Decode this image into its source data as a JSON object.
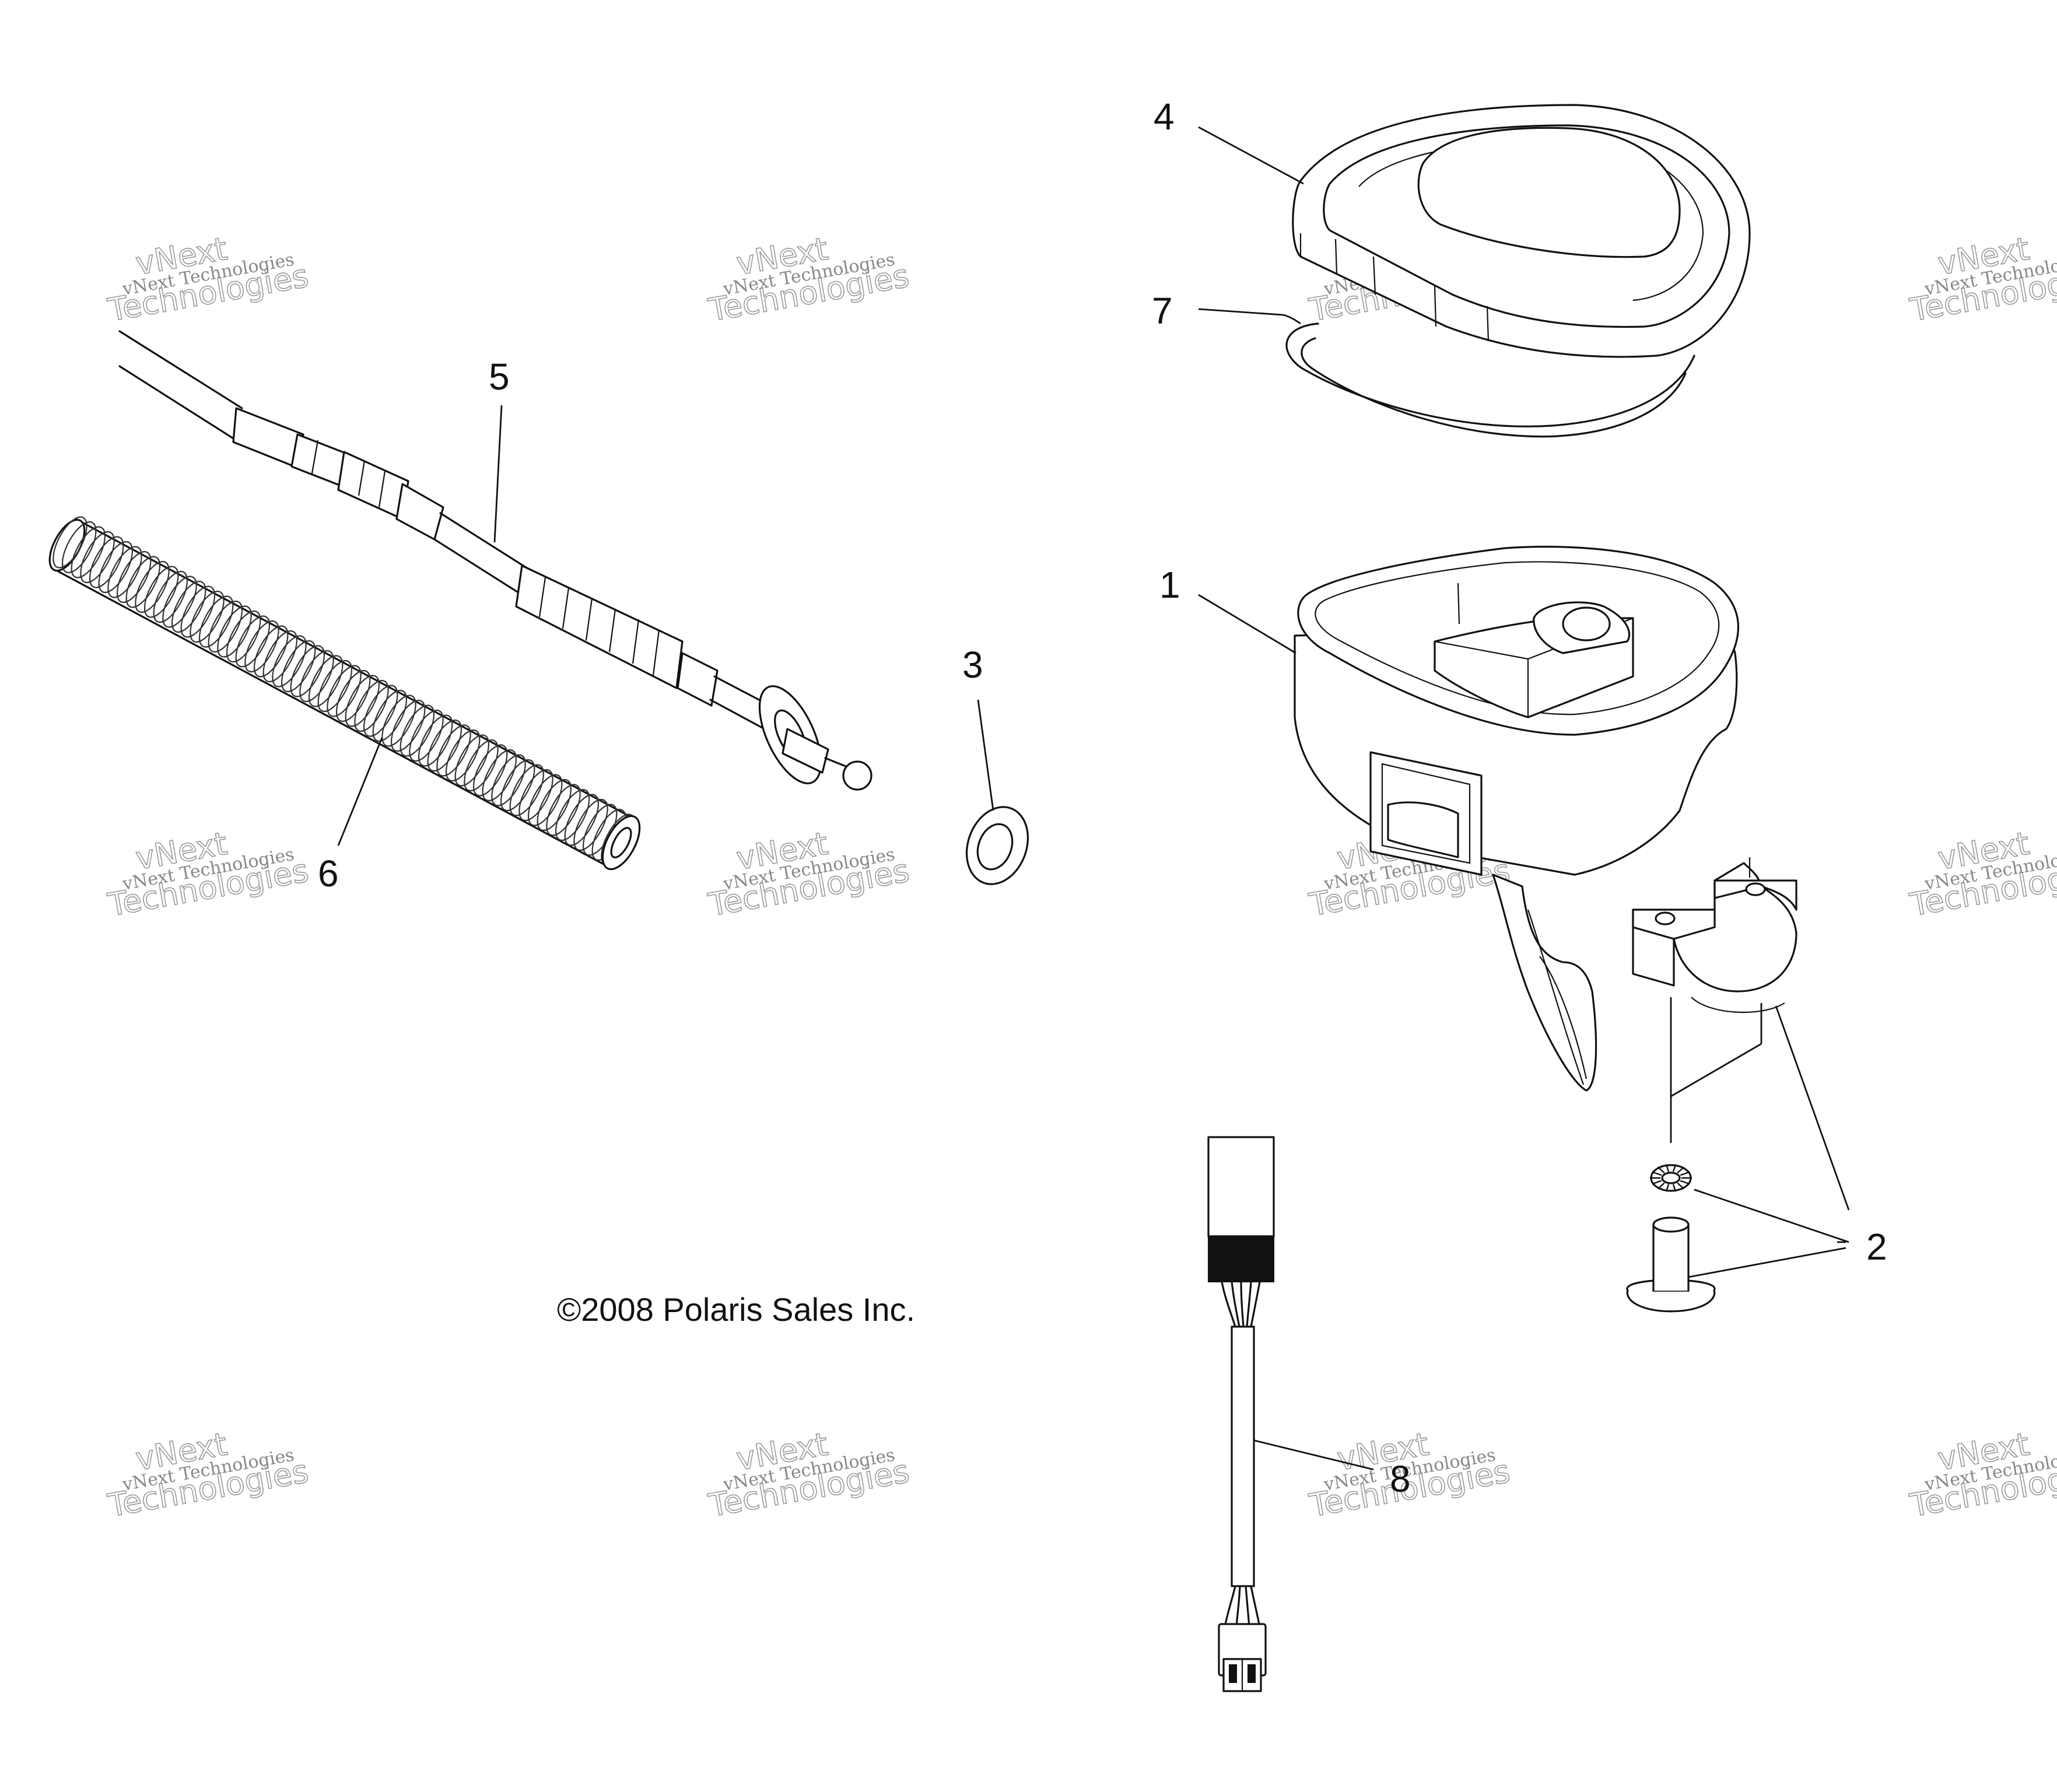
{
  "diagram": {
    "callouts": {
      "c1": "1",
      "c2": "2",
      "c3": "3",
      "c4": "4",
      "c5": "5",
      "c6": "6",
      "c7": "7",
      "c8": "8"
    },
    "copyright": "©2008 Polaris Sales Inc.",
    "watermark": {
      "line1": "vNext Technologies",
      "line2": "vNext",
      "line3": "Technologies"
    }
  }
}
